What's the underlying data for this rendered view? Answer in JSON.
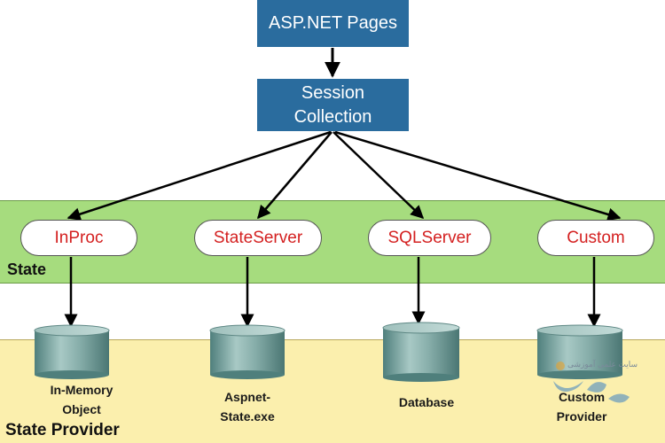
{
  "top": {
    "asp_label": "ASP.NET Pages",
    "session_label": "Session\nCollection"
  },
  "state": {
    "band_label": "State",
    "modes": [
      "InProc",
      "StateServer",
      "SQLServer",
      "Custom"
    ]
  },
  "provider": {
    "band_label": "State Provider",
    "stores": [
      "In-Memory\nObject",
      "Aspnet-\nState.exe",
      "Database",
      "Custom\nProvider"
    ]
  },
  "watermark": {
    "text": "سایت علمی آموزشی"
  },
  "colors": {
    "box_fill": "#2a6c9e",
    "state_band": "#a6dc7e",
    "provider_band": "#fbefad",
    "mode_text": "#d42020",
    "cylinder": "#7fa6a2"
  }
}
